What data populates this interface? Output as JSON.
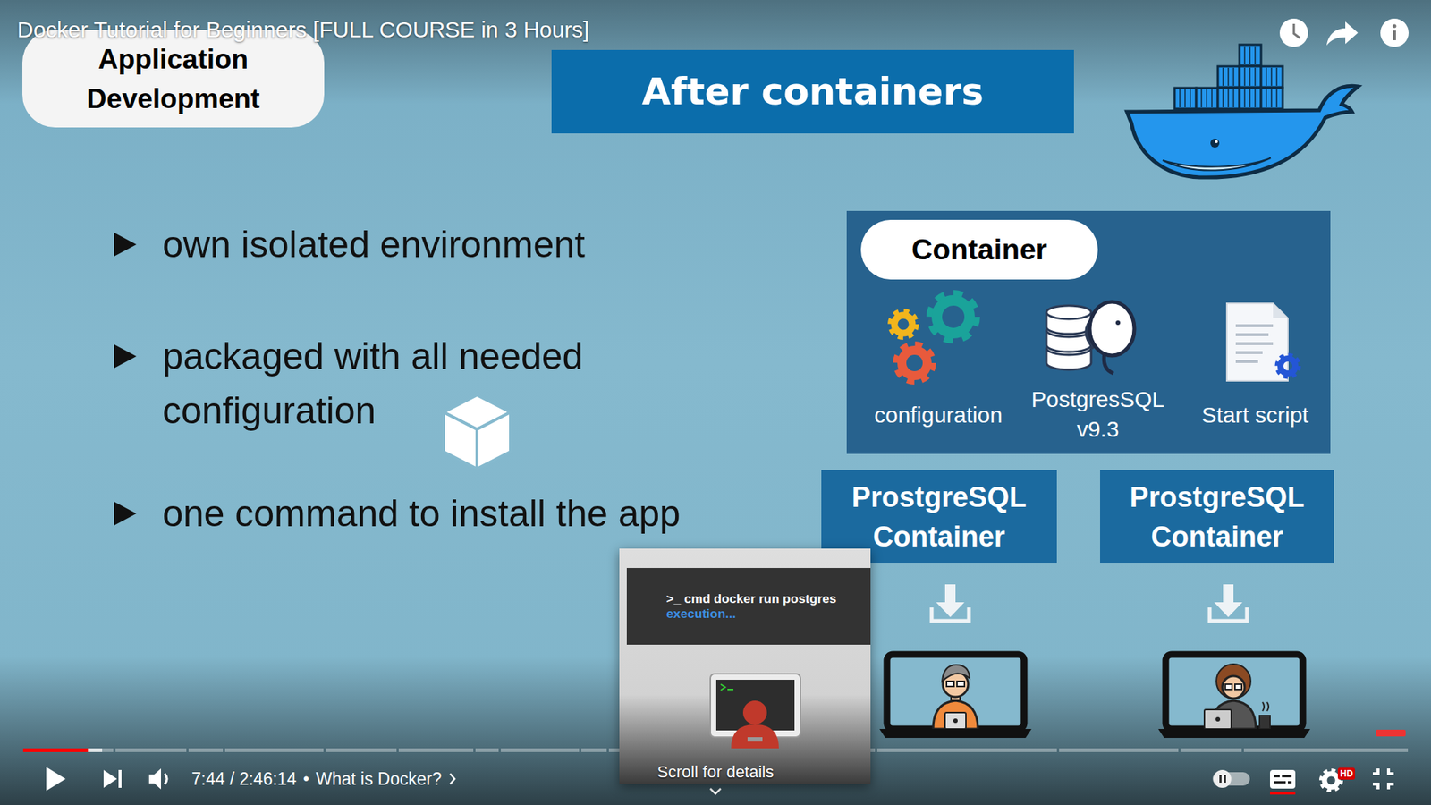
{
  "diagram": {
    "nodes": [
      {
        "text": [
          "Application Development"
        ]
      },
      {
        "text": [
          "After containers"
        ]
      },
      {
        "text": [
          "configuration",
          "PostgresSQL v9.3",
          "Start script"
        ]
      },
      {
        "text": [
          "Container"
        ],
        "in": 2
      },
      {
        "text": [
          "ProstgreSQL Container"
        ]
      },
      {
        "text": [
          "ProstgreSQL Container"
        ]
      },
      {
        "text": [
          "Scroll for details"
        ]
      },
      {
        "text": [
          ">_ cmd docker run postgres",
          "execution..."
        ],
        "in": 6
      }
    ],
    "labels": [
      "Docker Tutorial for Beginners [FULL COURSE in 3 Hours]",
      "own isolated environment",
      "packaged with all needed configuration",
      "one command to install the app",
      "7:44 / 2:46:14",
      "•",
      "What is Docker?",
      "HD"
    ]
  }
}
